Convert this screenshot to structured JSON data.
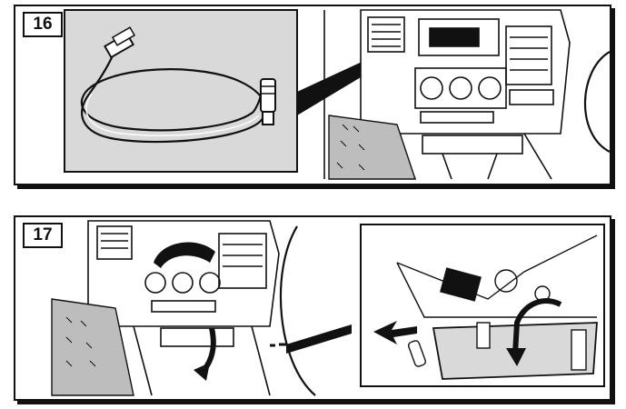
{
  "steps": [
    {
      "number": "16",
      "figure": "cable-with-connector-and-dashboard"
    },
    {
      "number": "17",
      "figure": "dashboard-and-glovebox-removal"
    }
  ],
  "colors": {
    "ink": "#111111",
    "paper": "#ffffff",
    "inset": "#d9d9d9",
    "carpet": "#bdbdbd"
  },
  "icons": [
    "arrow-icon"
  ]
}
